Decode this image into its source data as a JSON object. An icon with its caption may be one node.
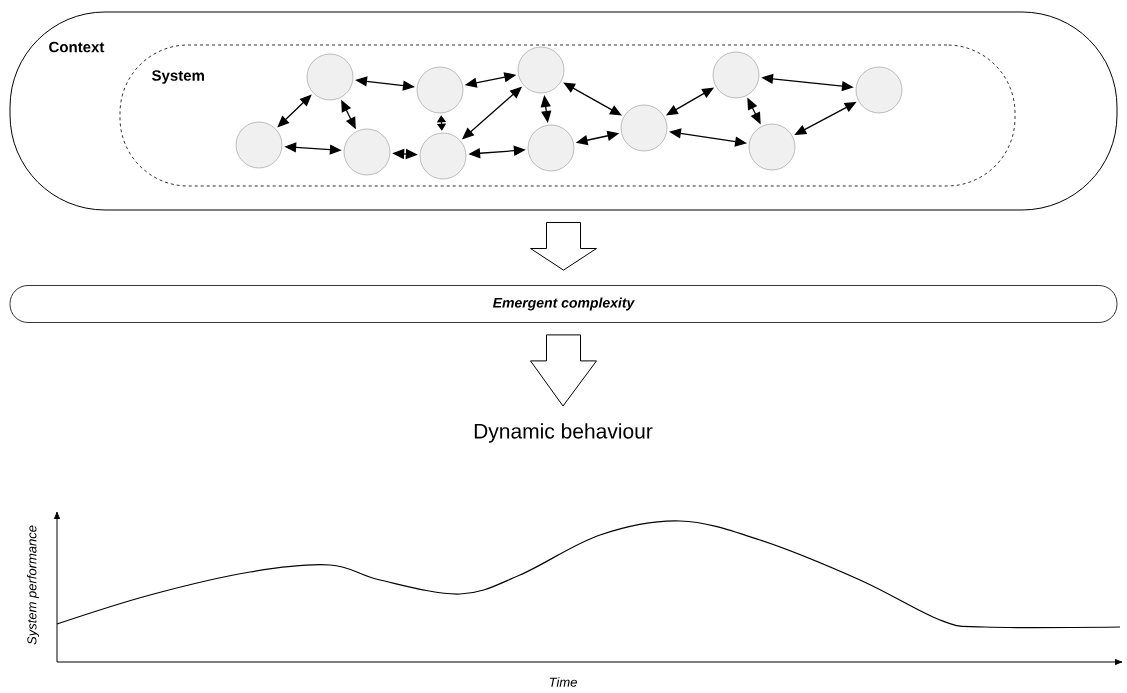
{
  "diagram": {
    "nodes": [
      {
        "text": [
          "Context"
        ]
      },
      {
        "text": [
          "System"
        ],
        "in": 0
      },
      {
        "text": [],
        "shape": "circle",
        "in": 1
      },
      {
        "text": [],
        "shape": "circle",
        "in": 1
      },
      {
        "text": [],
        "shape": "circle",
        "in": 1
      },
      {
        "text": [],
        "shape": "circle",
        "in": 1
      },
      {
        "text": [],
        "shape": "circle",
        "in": 1
      },
      {
        "text": [],
        "shape": "circle",
        "in": 1
      },
      {
        "text": [],
        "shape": "circle",
        "in": 1
      },
      {
        "text": [],
        "shape": "circle",
        "in": 1
      },
      {
        "text": [],
        "shape": "circle",
        "in": 1
      },
      {
        "text": [],
        "shape": "circle",
        "in": 1
      },
      {
        "text": [],
        "shape": "circle",
        "in": 1
      },
      {
        "text": [
          "Emergent complexity"
        ]
      },
      {
        "text": [
          "Dynamic behaviour"
        ]
      }
    ],
    "edges": [
      {
        "from": 2,
        "to": 3,
        "arrow": "both"
      },
      {
        "from": 2,
        "to": 4,
        "arrow": "both"
      },
      {
        "from": 3,
        "to": 4,
        "arrow": "both"
      },
      {
        "from": 3,
        "to": 5,
        "arrow": "both"
      },
      {
        "from": 4,
        "to": 6,
        "arrow": "both"
      },
      {
        "from": 5,
        "to": 6,
        "arrow": "both"
      },
      {
        "from": 5,
        "to": 7,
        "arrow": "both"
      },
      {
        "from": 6,
        "to": 7,
        "arrow": "both"
      },
      {
        "from": 6,
        "to": 8,
        "arrow": "both"
      },
      {
        "from": 7,
        "to": 8,
        "arrow": "both"
      },
      {
        "from": 7,
        "to": 9,
        "arrow": "both"
      },
      {
        "from": 8,
        "to": 9,
        "arrow": "both"
      },
      {
        "from": 9,
        "to": 10,
        "arrow": "both"
      },
      {
        "from": 9,
        "to": 11,
        "arrow": "both"
      },
      {
        "from": 10,
        "to": 11,
        "arrow": "both"
      },
      {
        "from": 10,
        "to": 12,
        "arrow": "both"
      },
      {
        "from": 11,
        "to": 12,
        "arrow": "both"
      },
      {
        "from": 0,
        "to": 13,
        "arrow": "to",
        "style": "thick"
      },
      {
        "from": 13,
        "to": 14,
        "arrow": "to",
        "style": "thick"
      }
    ],
    "labels": [
      "System performance",
      "Time"
    ]
  }
}
